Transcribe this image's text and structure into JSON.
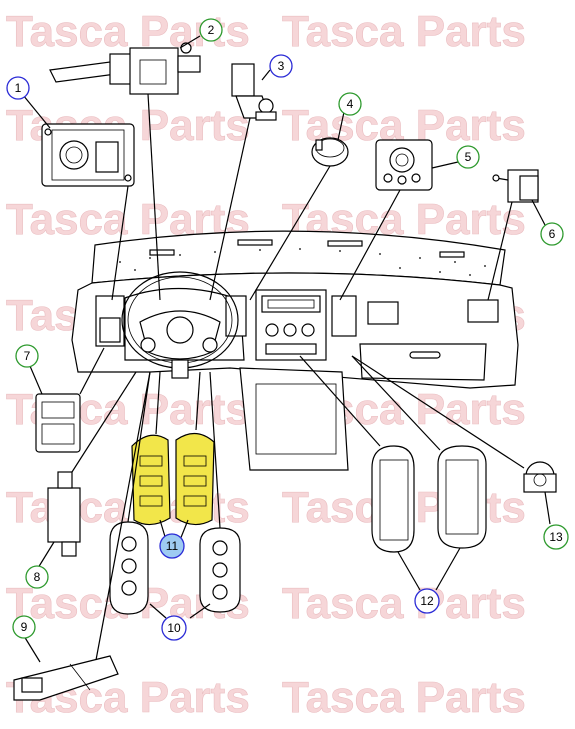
{
  "watermark": {
    "text": "Tasca Parts",
    "color": "#f4c9cc"
  },
  "callouts": [
    {
      "id": "c1",
      "number": "1",
      "ring": "#2b2bd6",
      "fill": "#ffffff"
    },
    {
      "id": "c2",
      "number": "2",
      "ring": "#2e9a2e",
      "fill": "#ffffff"
    },
    {
      "id": "c3",
      "number": "3",
      "ring": "#2b2bd6",
      "fill": "#ffffff"
    },
    {
      "id": "c4",
      "number": "4",
      "ring": "#2e9a2e",
      "fill": "#ffffff"
    },
    {
      "id": "c5",
      "number": "5",
      "ring": "#2e9a2e",
      "fill": "#ffffff"
    },
    {
      "id": "c6",
      "number": "6",
      "ring": "#2e9a2e",
      "fill": "#ffffff"
    },
    {
      "id": "c7",
      "number": "7",
      "ring": "#2e9a2e",
      "fill": "#ffffff"
    },
    {
      "id": "c8",
      "number": "8",
      "ring": "#2e9a2e",
      "fill": "#ffffff"
    },
    {
      "id": "c9",
      "number": "9",
      "ring": "#2e9a2e",
      "fill": "#ffffff"
    },
    {
      "id": "c10",
      "number": "10",
      "ring": "#2b2bd6",
      "fill": "#ffffff"
    },
    {
      "id": "c11",
      "number": "11",
      "ring": "#2b2bd6",
      "fill": "#9ecbf2"
    },
    {
      "id": "c12",
      "number": "12",
      "ring": "#2b2bd6",
      "fill": "#ffffff"
    },
    {
      "id": "c13",
      "number": "13",
      "ring": "#2e9a2e",
      "fill": "#ffffff"
    }
  ],
  "highlight_color": "#f2e64a"
}
